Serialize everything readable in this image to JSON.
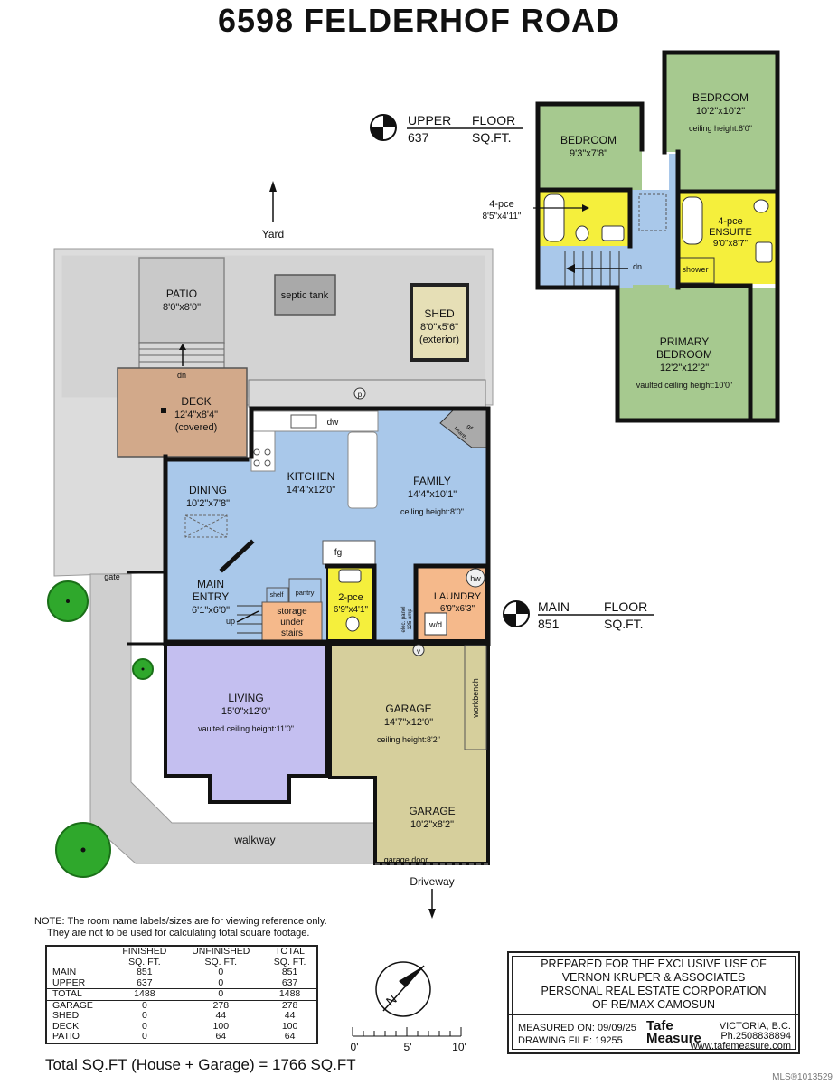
{
  "title": "6598 FELDERHOF ROAD",
  "labels": {
    "yard": "Yard",
    "driveway": "Driveway",
    "walkway": "walkway",
    "gate": "gate",
    "dn": "dn",
    "up": "up",
    "septic": "septic tank",
    "p_marker": "p",
    "v_marker": "v",
    "hw": "hw",
    "wd": "w/d",
    "fg": "fg",
    "dw": "dw",
    "shelf": "shelf",
    "pantry": "pantry",
    "workbench": "workbench",
    "garage_door": "garage door",
    "elec_panel_1": "elec. panel",
    "elec_panel_2": "125 amp",
    "fireplace_1": "gf",
    "fireplace_2": "hearth",
    "shower": "shower"
  },
  "floors": {
    "upper": {
      "name": "UPPER",
      "word": "FLOOR",
      "sqft": "637",
      "unit": "SQ.FT."
    },
    "main": {
      "name": "MAIN",
      "word": "FLOOR",
      "sqft": "851",
      "unit": "SQ.FT."
    }
  },
  "rooms": {
    "patio": {
      "name": "PATIO",
      "size": "8'0\"x8'0\""
    },
    "shed": {
      "name": "SHED",
      "size": "8'0\"x5'6\"",
      "note": "(exterior)"
    },
    "deck": {
      "name": "DECK",
      "size": "12'4\"x8'4\"",
      "note": "(covered)"
    },
    "dining": {
      "name": "DINING",
      "size": "10'2\"x7'8\""
    },
    "kitchen": {
      "name": "KITCHEN",
      "size": "14'4\"x12'0\""
    },
    "family": {
      "name": "FAMILY",
      "size": "14'4\"x10'1\"",
      "note": "ceiling height:8'0\""
    },
    "main_entry": {
      "name1": "MAIN",
      "name2": "ENTRY",
      "size": "6'1\"x6'0\""
    },
    "storage": {
      "line1": "storage",
      "line2": "under",
      "line3": "stairs"
    },
    "two_pce": {
      "name": "2-pce",
      "size": "6'9\"x4'1\""
    },
    "laundry": {
      "name": "LAUNDRY",
      "size": "6'9\"x6'3\""
    },
    "living": {
      "name": "LIVING",
      "size": "15'0\"x12'0\"",
      "note": "vaulted ceiling height:11'0\""
    },
    "garage1": {
      "name": "GARAGE",
      "size": "14'7\"x12'0\"",
      "note": "ceiling height:8'2\""
    },
    "garage2": {
      "name": "GARAGE",
      "size": "10'2\"x8'2\""
    },
    "bedroom1": {
      "name": "BEDROOM",
      "size": "9'3\"x7'8\""
    },
    "bedroom2": {
      "name": "BEDROOM",
      "size": "10'2\"x10'2\"",
      "note": "ceiling height:8'0\""
    },
    "four_pce": {
      "name": "4-pce",
      "size": "8'5\"x4'11\""
    },
    "ensuite": {
      "name1": "4-pce",
      "name2": "ENSUITE",
      "size": "9'0\"x8'7\""
    },
    "primary": {
      "name1": "PRIMARY",
      "name2": "BEDROOM",
      "size": "12'2\"x12'2\"",
      "note": "vaulted ceiling height:10'0\""
    }
  },
  "note": {
    "line1": "NOTE: The room name labels/sizes are for viewing reference only.",
    "line2": "They are not to be used for calculating total square footage."
  },
  "sqft_table": {
    "headers": [
      [
        "",
        ""
      ],
      [
        "FINISHED",
        "SQ. FT."
      ],
      [
        "UNFINISHED",
        "SQ. FT."
      ],
      [
        "TOTAL",
        "SQ. FT."
      ]
    ],
    "rows": [
      [
        "MAIN",
        "851",
        "0",
        "851"
      ],
      [
        "UPPER",
        "637",
        "0",
        "637"
      ],
      [
        "TOTAL",
        "1488",
        "0",
        "1488"
      ],
      [
        "GARAGE",
        "0",
        "278",
        "278"
      ],
      [
        "SHED",
        "0",
        "44",
        "44"
      ],
      [
        "DECK",
        "0",
        "100",
        "100"
      ],
      [
        "PATIO",
        "0",
        "64",
        "64"
      ]
    ]
  },
  "total_line": "Total SQ.FT (House + Garage) = 1766 SQ.FT",
  "compass": {
    "letter": "N"
  },
  "scale": {
    "ticks": [
      "0'",
      "5'",
      "10'"
    ]
  },
  "prepared": {
    "line1": "PREPARED FOR THE EXCLUSIVE USE OF",
    "line2": "VERNON KRUPER & ASSOCIATES",
    "line3": "PERSONAL REAL ESTATE CORPORATION",
    "line4": "OF RE/MAX CAMOSUN",
    "measured_label": "MEASURED ON:",
    "measured_date": "09/09/25",
    "drawing_label": "DRAWING FILE:",
    "drawing_file": "19255",
    "logo_top": "Tafe",
    "logo_bottom": "Measure",
    "city": "VICTORIA, B.C.",
    "phone": "Ph.2508838894",
    "website": "www.tafemeasure.com"
  },
  "mls": "MLS®1013529",
  "colors": {
    "blue": "#a9c8ea",
    "green": "#a6c98f",
    "yellow": "#f5ef3c",
    "orange": "#f5b98b",
    "purple": "#c4bff0",
    "tan": "#d6cf9c",
    "deck": "#d2a98a",
    "gray": "#c8c8c8",
    "septic": "#a9a9a9",
    "shed": "#e6dfb6",
    "tree": "#2fa82c",
    "wall": "#111111"
  }
}
